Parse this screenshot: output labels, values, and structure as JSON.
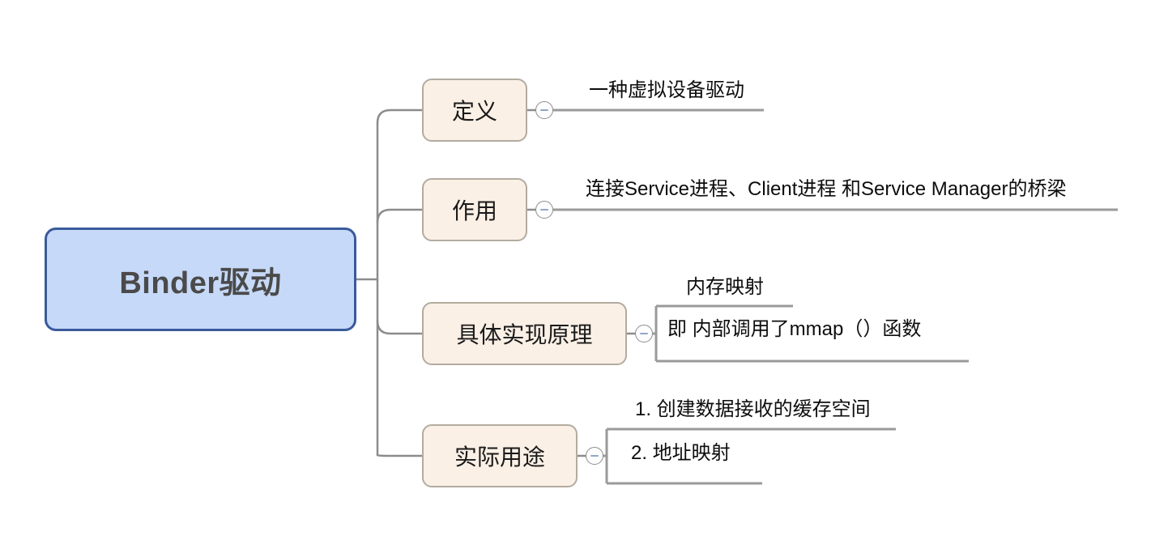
{
  "diagram": {
    "type": "mind-map",
    "title": "Binder驱动",
    "colors": {
      "root_fill": "#c6d9f8",
      "root_border": "#3a5a9b",
      "branch_fill": "#fbf0e6",
      "branch_border": "#b3ab9f",
      "connector": "#8c8c8c",
      "toggle_minus": "#93a6c6",
      "text": "#0d0d0d",
      "root_text": "#4a4a4a",
      "background": "#ffffff"
    },
    "root": {
      "label": "Binder驱动"
    },
    "branches": [
      {
        "label": "定义",
        "toggle": "collapse-minus-icon",
        "leaves": [
          {
            "label": "一种虚拟设备驱动"
          }
        ]
      },
      {
        "label": "作用",
        "toggle": "collapse-minus-icon",
        "leaves": [
          {
            "label": "连接Service进程、Client进程 和Service Manager的桥梁"
          }
        ]
      },
      {
        "label": "具体实现原理",
        "toggle": "collapse-minus-icon",
        "leaves": [
          {
            "label": "内存映射"
          },
          {
            "label": "即 内部调用了mmap（）函数"
          }
        ]
      },
      {
        "label": "实际用途",
        "toggle": "collapse-minus-icon",
        "leaves": [
          {
            "label": "1. 创建数据接收的缓存空间"
          },
          {
            "label": "2. 地址映射"
          }
        ]
      }
    ]
  }
}
